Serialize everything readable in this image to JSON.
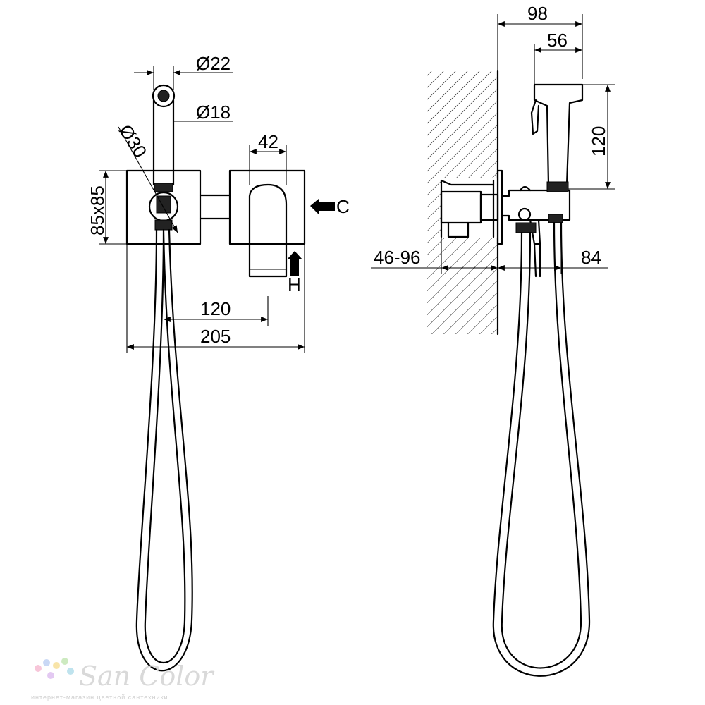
{
  "front_view": {
    "dimensions": {
      "hose_outer_diameter": "Ø22",
      "hose_inner_diameter": "Ø18",
      "holder_diameter": "Ø30",
      "plate_size": "85x85",
      "spout_width": "42",
      "spout_offset": "120",
      "total_width": "205"
    },
    "inlets": {
      "cold": "C",
      "hot": "H"
    }
  },
  "side_view": {
    "dimensions": {
      "total_depth": "98",
      "handshower_depth": "56",
      "handshower_height": "120",
      "wall_depth_range": "46-96",
      "projection": "84"
    }
  },
  "watermark": {
    "brand": "San Color",
    "tagline": "интернет-магазин цветной сантехники",
    "dot_colors": [
      "#f7c6d9",
      "#c9d8f5",
      "#f8e4a8",
      "#cdeac0",
      "#e3c9f2",
      "#bfe3ee"
    ]
  }
}
